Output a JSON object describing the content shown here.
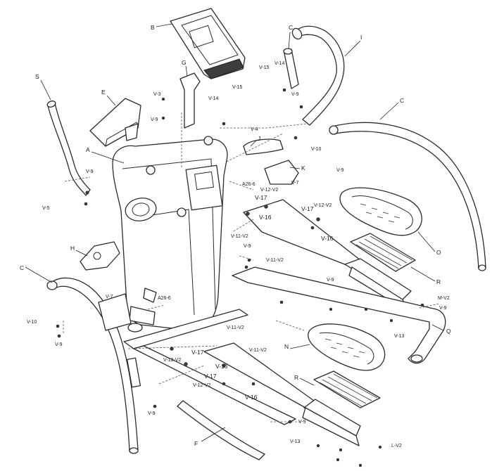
{
  "labels": {
    "console": "B",
    "bracket_e": "E",
    "handle_s": "S",
    "frame_a": "A",
    "cover_h": "H",
    "arm_c_left": "C",
    "arm_c_right": "C",
    "arm_c_top": "C",
    "arm_i": "I",
    "bracket_g": "G",
    "cover_j": "J",
    "cover_k": "K",
    "pedal_o": "O",
    "pad_r_upper": "R",
    "pad_r_lower": "R",
    "pedal_n": "N",
    "rail_q": "Q",
    "base_f": "F",
    "a26_upper": "A26-6",
    "a26_lower": "A26-6",
    "v9_a": "V-9",
    "v9_b": "V-9",
    "v9_c": "V-9",
    "v9_d": "V-9",
    "v9_e": "V-9",
    "v9_f": "V-9",
    "v9_g": "V-9",
    "v9_h": "V-9",
    "v9_i": "V-9",
    "v9_j": "V-9",
    "v15_a": "V-15",
    "v15_b": "V-15",
    "v14_a": "V-14",
    "v14_b": "V-14",
    "v3": "V-3",
    "v4": "V-4",
    "v10_a": "V-10",
    "v10_b": "V-10",
    "v5": "V-5",
    "v7_a": "V-7",
    "v7_b": "V-7",
    "v12_v2_a": "V-12-V2",
    "v12_v2_b": "V-12-V2",
    "v12_v2_c": "V-12-V2",
    "v12_v2_d": "V-12-V2",
    "v17_a": "V-17",
    "v17_b": "V-17",
    "v17_c": "V-17",
    "v17_d": "V-17",
    "v16_a": "V-16",
    "v16_b": "V-16",
    "v16_c": "V-16",
    "v16_d": "V-16",
    "v11_v2_a": "V-11-V2",
    "v11_v2_b": "V-11-V2",
    "v11_v2_c": "V-11-V2",
    "v11_v2_d": "V-11-V2",
    "v13_a": "V-13",
    "v13_b": "V-13",
    "m_v2": "M-V2",
    "l_v2": "L-V2"
  }
}
